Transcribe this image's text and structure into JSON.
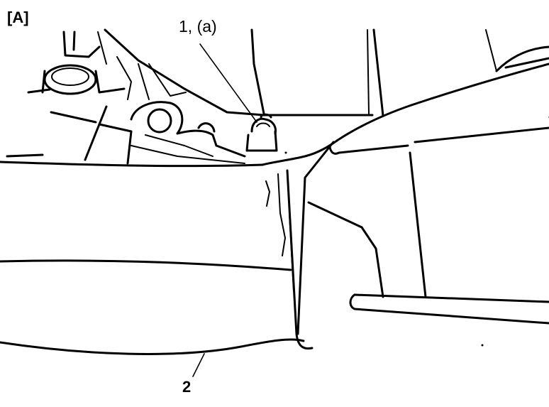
{
  "figure": {
    "tag": "[A]",
    "callouts": [
      {
        "id": "callout-1",
        "text": "1, (a)"
      },
      {
        "id": "callout-2",
        "text": "2"
      }
    ]
  }
}
